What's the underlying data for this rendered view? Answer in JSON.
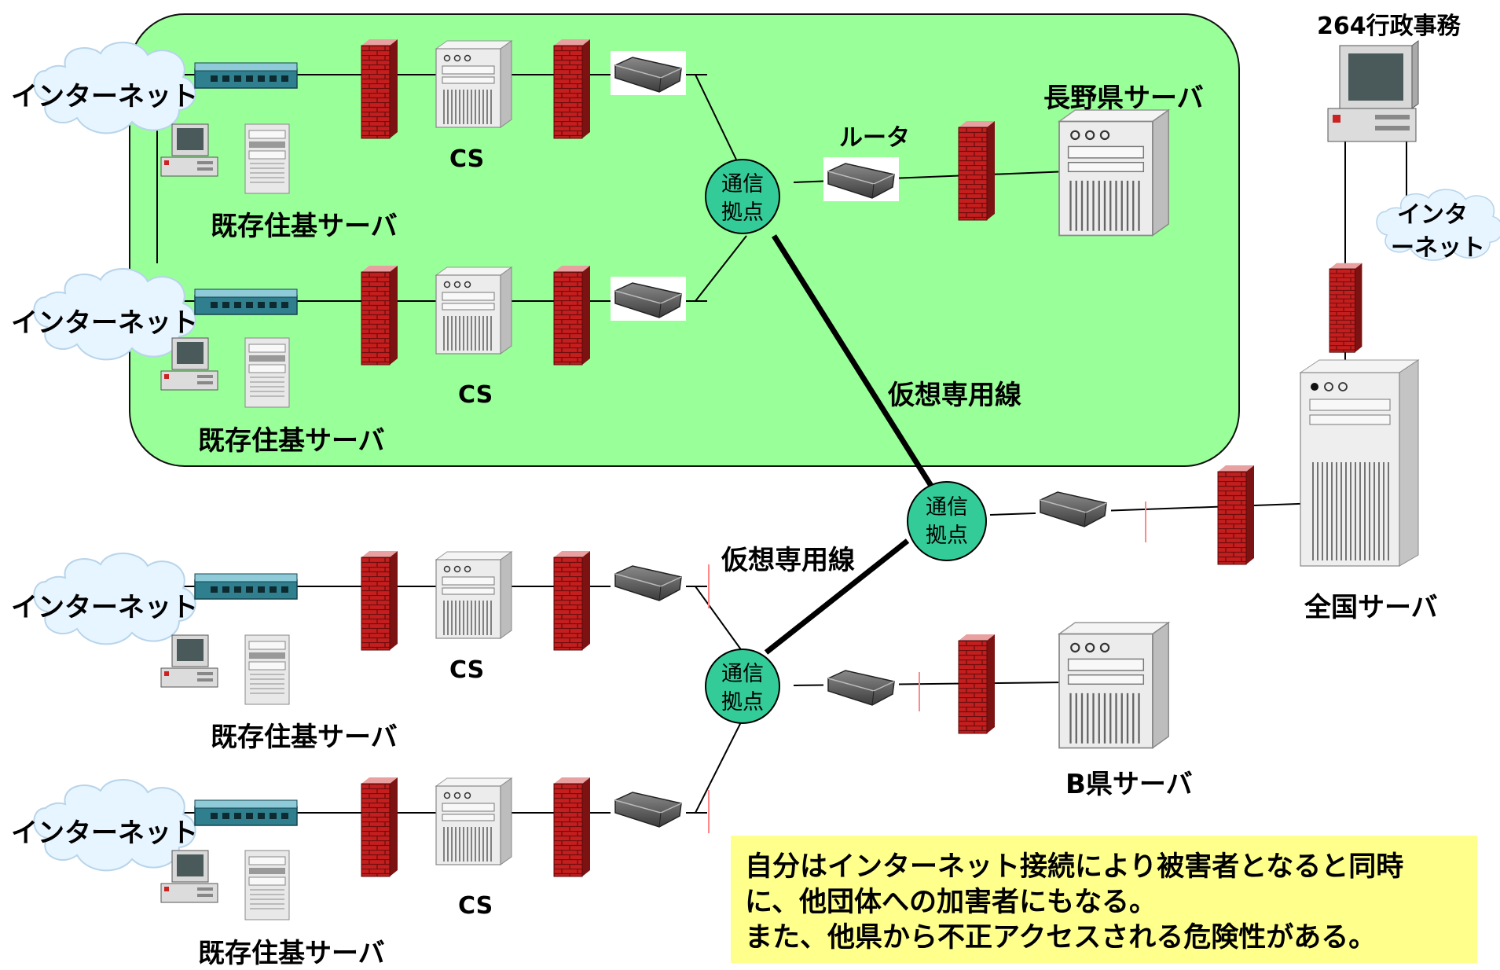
{
  "labels": {
    "internet": "インターネット",
    "internet_l1": "インタ",
    "internet_l2": "ーネット",
    "cs": "CS",
    "juki": "既存住基サーバ",
    "nagano": "長野県サーバ",
    "router": "ルータ",
    "vpn": "仮想専用線",
    "hub_l1": "通信",
    "hub_l2": "拠点",
    "gyousei": "264行政事務",
    "zenkoku": "全国サーバ",
    "bken": "B県サーバ"
  },
  "note": {
    "line1": "自分はインターネット接続により被害者となると同時",
    "line2": "に、他団体への加害者にもなる。",
    "line3": "また、他県から不正アクセスされる危険性がある。"
  },
  "colors": {
    "region_fill": "#99ff99",
    "hub_fill": "#33cc99",
    "note_fill": "#ffff8c",
    "firewall": "#cc2222",
    "cloud": "#e6f5ff"
  }
}
